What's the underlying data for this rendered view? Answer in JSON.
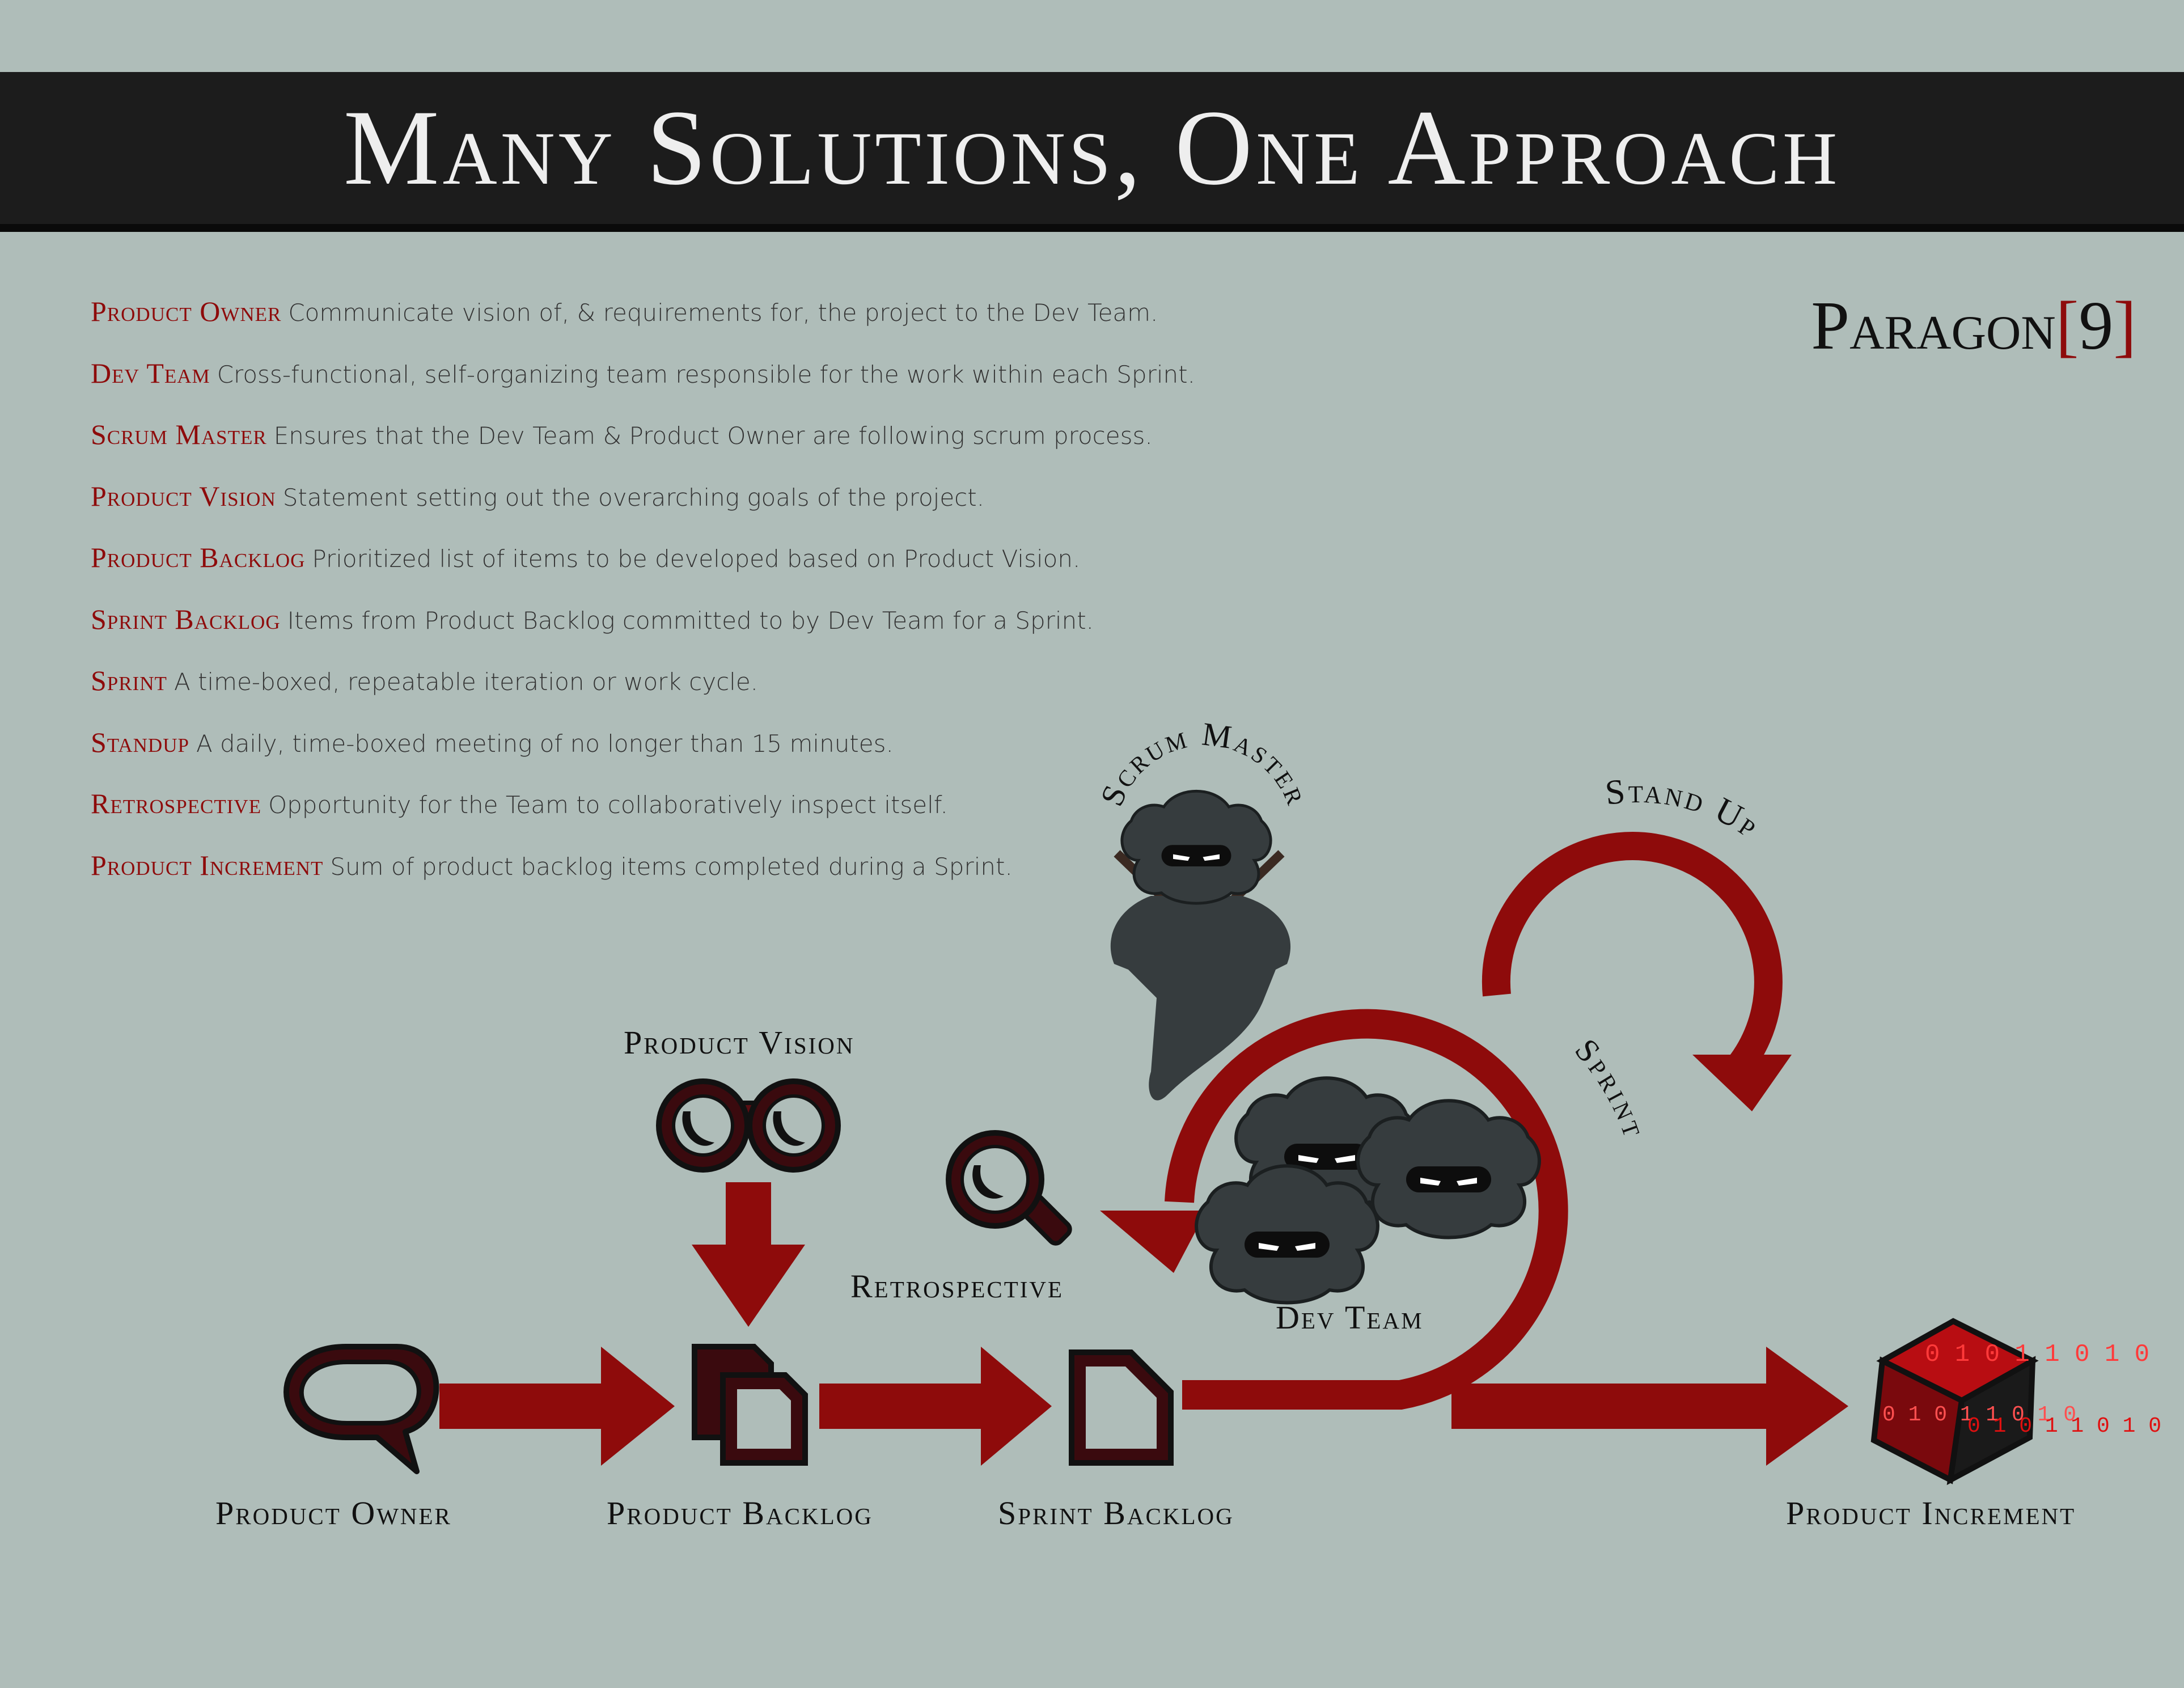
{
  "header": {
    "title": "Many Solutions, One Approach"
  },
  "logo": {
    "name": "Paragon",
    "bracket_open": "[",
    "number": "9",
    "bracket_close": "]"
  },
  "definitions": [
    {
      "term": "Product Owner",
      "text": "Communicate vision of, & requirements for, the project to the Dev Team."
    },
    {
      "term": "Dev Team",
      "text": "Cross-functional, self-organizing team responsible for the work within each Sprint."
    },
    {
      "term": "Scrum Master",
      "text": "Ensures that the Dev Team & Product Owner are following scrum process."
    },
    {
      "term": "Product Vision",
      "text": "Statement setting out the overarching goals of the project."
    },
    {
      "term": "Product Backlog",
      "text": "Prioritized list of items to be developed based on Product Vision."
    },
    {
      "term": "Sprint Backlog",
      "text": "Items from Product Backlog committed to by Dev Team for a Sprint."
    },
    {
      "term": "Sprint",
      "text": "A time-boxed, repeatable iteration or work cycle."
    },
    {
      "term": "Standup",
      "text": "A daily, time-boxed meeting of no longer than 15 minutes."
    },
    {
      "term": "Retrospective",
      "text": "Opportunity for the Team to collaboratively inspect itself."
    },
    {
      "term": "Product Increment",
      "text": "Sum of product backlog items completed during a Sprint."
    }
  ],
  "diagram": {
    "product_owner": "Product Owner",
    "product_vision": "Product Vision",
    "product_backlog": "Product Backlog",
    "sprint_backlog": "Sprint Backlog",
    "retrospective": "Retrospective",
    "dev_team": "Dev Team",
    "scrum_master": "Scrum Master",
    "stand_up": "Stand Up",
    "sprint": "Sprint",
    "product_increment": "Product Increment",
    "cube_digits": "0 1 0 1 1 0 1 0"
  },
  "colors": {
    "accent": "#8e0b0b",
    "background": "#afbdb9",
    "banner": "#1c1c1c",
    "ninja": "#363c3e"
  }
}
